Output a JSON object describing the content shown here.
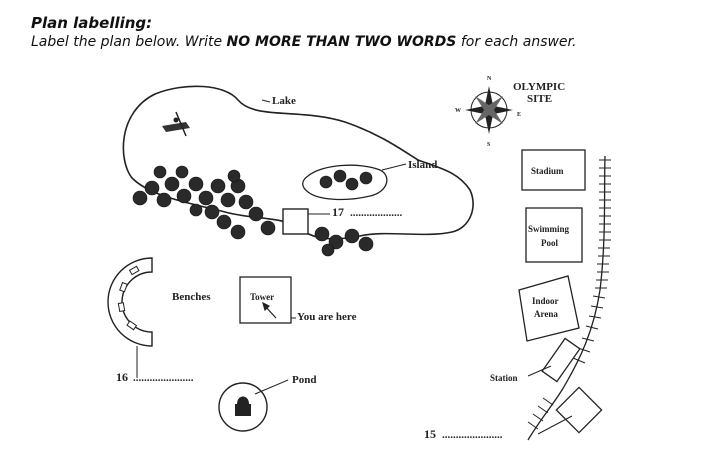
{
  "heading": {
    "title": "Plan labelling:",
    "instruction_pre": "Label the plan below. Write ",
    "instruction_bold": "NO MORE THAN TWO WORDS",
    "instruction_post": " for each answer."
  },
  "map": {
    "site_title_line1": "OLYMPIC",
    "site_title_line2": "SITE",
    "compass": {
      "n": "N",
      "s": "S",
      "e": "E",
      "w": "W"
    },
    "labels": {
      "lake": "Lake",
      "island": "Island",
      "stadium": "Stadium",
      "swimming_line1": "Swimming",
      "swimming_line2": "Pool",
      "indoor_line1": "Indoor",
      "indoor_line2": "Arena",
      "benches": "Benches",
      "tower": "Tower",
      "you_are_here": "You are here",
      "pond": "Pond",
      "station": "Station"
    },
    "blanks": [
      {
        "number": "17",
        "dots": "..................."
      },
      {
        "number": "16",
        "dots": "......................"
      },
      {
        "number": "15",
        "dots": "......................"
      }
    ]
  }
}
